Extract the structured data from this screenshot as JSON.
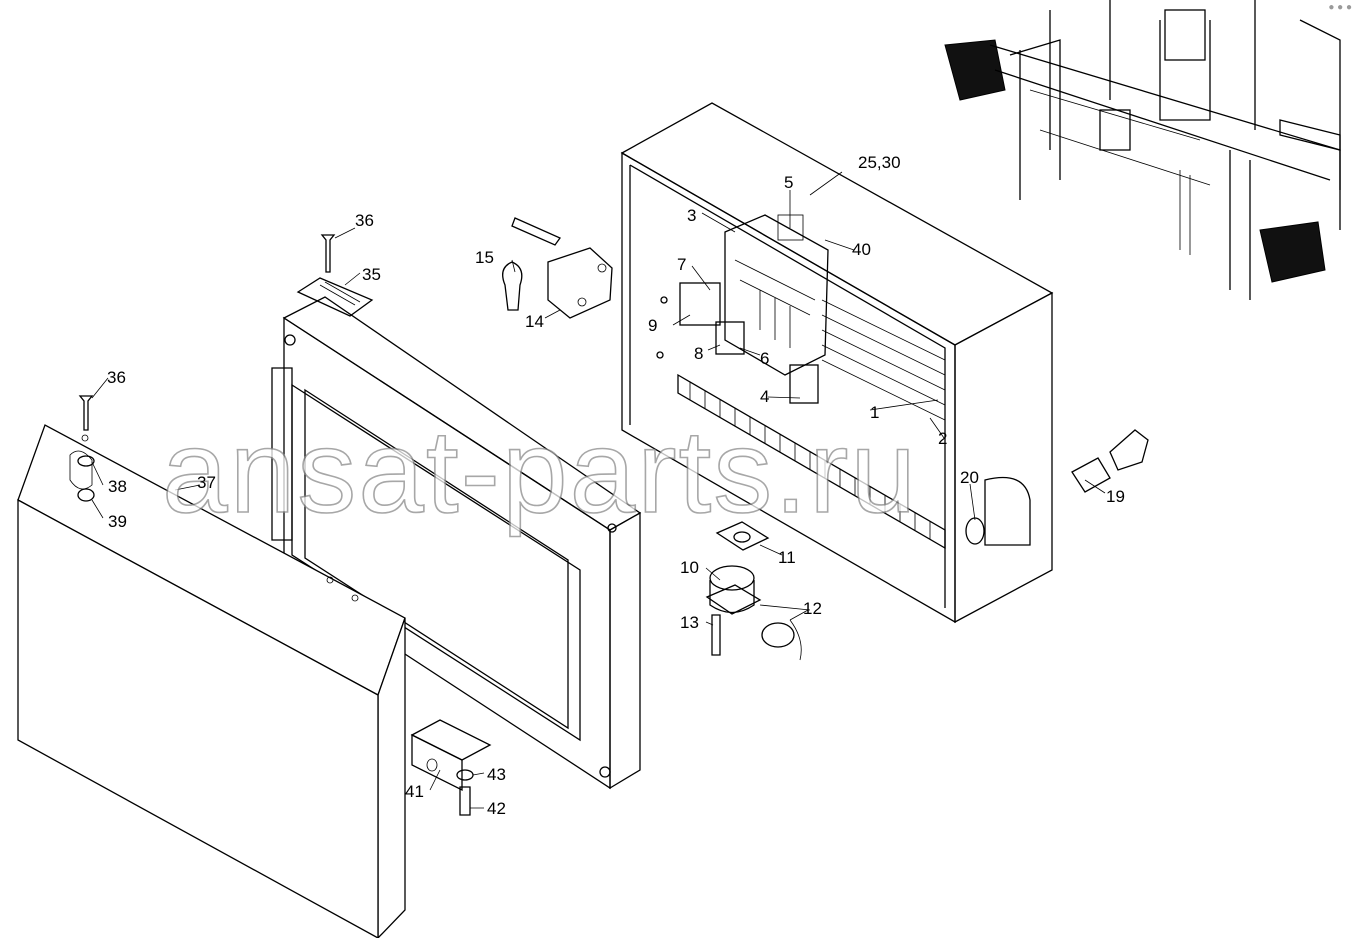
{
  "watermark": "ansat-parts.ru",
  "callouts": [
    {
      "id": "c1",
      "label": "1"
    },
    {
      "id": "c2",
      "label": "2"
    },
    {
      "id": "c3",
      "label": "3"
    },
    {
      "id": "c4",
      "label": "4"
    },
    {
      "id": "c5",
      "label": "5"
    },
    {
      "id": "c6",
      "label": "6"
    },
    {
      "id": "c7",
      "label": "7"
    },
    {
      "id": "c8",
      "label": "8"
    },
    {
      "id": "c9",
      "label": "9"
    },
    {
      "id": "c10",
      "label": "10"
    },
    {
      "id": "c11",
      "label": "11"
    },
    {
      "id": "c12",
      "label": "12"
    },
    {
      "id": "c13",
      "label": "13"
    },
    {
      "id": "c14",
      "label": "14"
    },
    {
      "id": "c15",
      "label": "15"
    },
    {
      "id": "c19",
      "label": "19"
    },
    {
      "id": "c20",
      "label": "20"
    },
    {
      "id": "c2530",
      "label": "25,30"
    },
    {
      "id": "c35",
      "label": "35"
    },
    {
      "id": "c36a",
      "label": "36"
    },
    {
      "id": "c36b",
      "label": "36"
    },
    {
      "id": "c37",
      "label": "37"
    },
    {
      "id": "c38",
      "label": "38"
    },
    {
      "id": "c39",
      "label": "39"
    },
    {
      "id": "c40",
      "label": "40"
    },
    {
      "id": "c41",
      "label": "41"
    },
    {
      "id": "c42",
      "label": "42"
    },
    {
      "id": "c43",
      "label": "43"
    }
  ]
}
